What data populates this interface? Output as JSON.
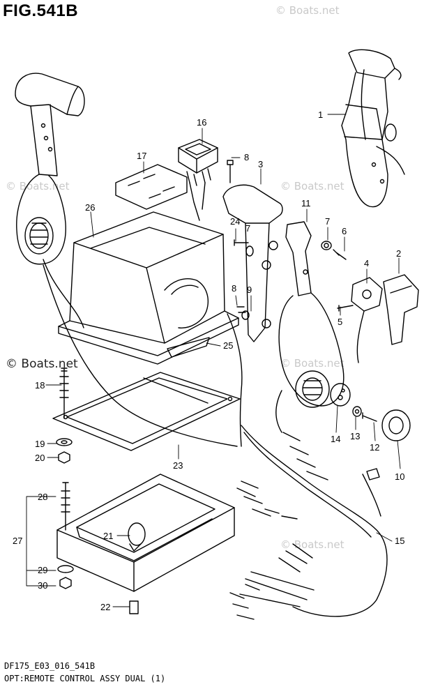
{
  "figure_title": "FIG.541B",
  "watermarks": [
    "© Boats.net",
    "© Boats.net",
    "© Boats.net",
    "© Boats.net",
    "© Boats.net",
    "© Boats.net"
  ],
  "footer": {
    "line1": "DF175_E03_016_541B",
    "line2": "OPT:REMOTE CONTROL ASSY DUAL (1)"
  },
  "callouts": [
    "1",
    "2",
    "3",
    "4",
    "5",
    "6",
    "7",
    "7",
    "8",
    "8",
    "9",
    "10",
    "11",
    "12",
    "13",
    "14",
    "15",
    "16",
    "17",
    "18",
    "19",
    "20",
    "21",
    "22",
    "23",
    "24",
    "25",
    "26",
    "27",
    "28",
    "29",
    "30"
  ]
}
